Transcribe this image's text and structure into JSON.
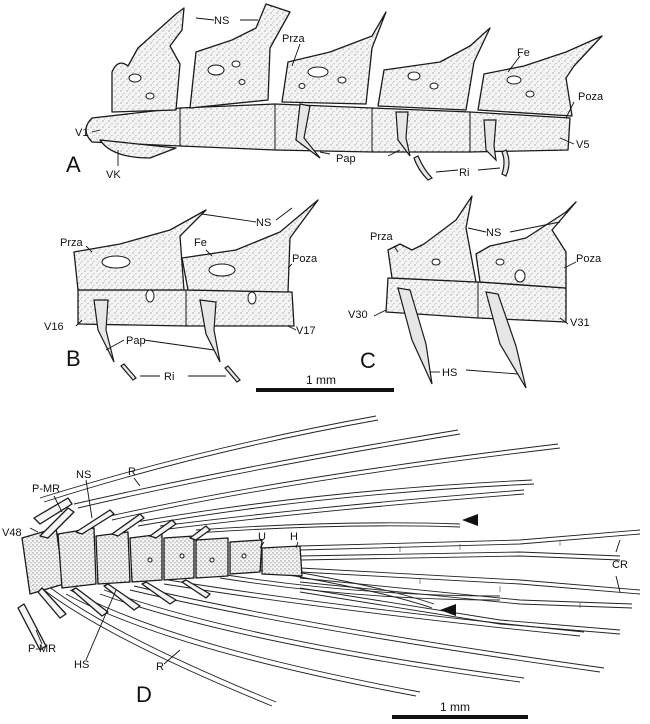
{
  "panels": {
    "a": "A",
    "b": "B",
    "c": "C",
    "d": "D"
  },
  "labels": {
    "ns": "NS",
    "prza": "Prza",
    "poza": "Poza",
    "fe": "Fe",
    "pap": "Pap",
    "ri": "Ri",
    "hs": "HS",
    "vk": "VK",
    "r": "R",
    "pmr": "P-MR",
    "u": "U",
    "h": "H",
    "cr": "CR",
    "v1": "V1",
    "v5": "V5",
    "v16": "V16",
    "v17": "V17",
    "v30": "V30",
    "v31": "V31",
    "v48": "V48"
  },
  "scale_bars": {
    "upper": "1 mm",
    "lower": "1 mm"
  }
}
